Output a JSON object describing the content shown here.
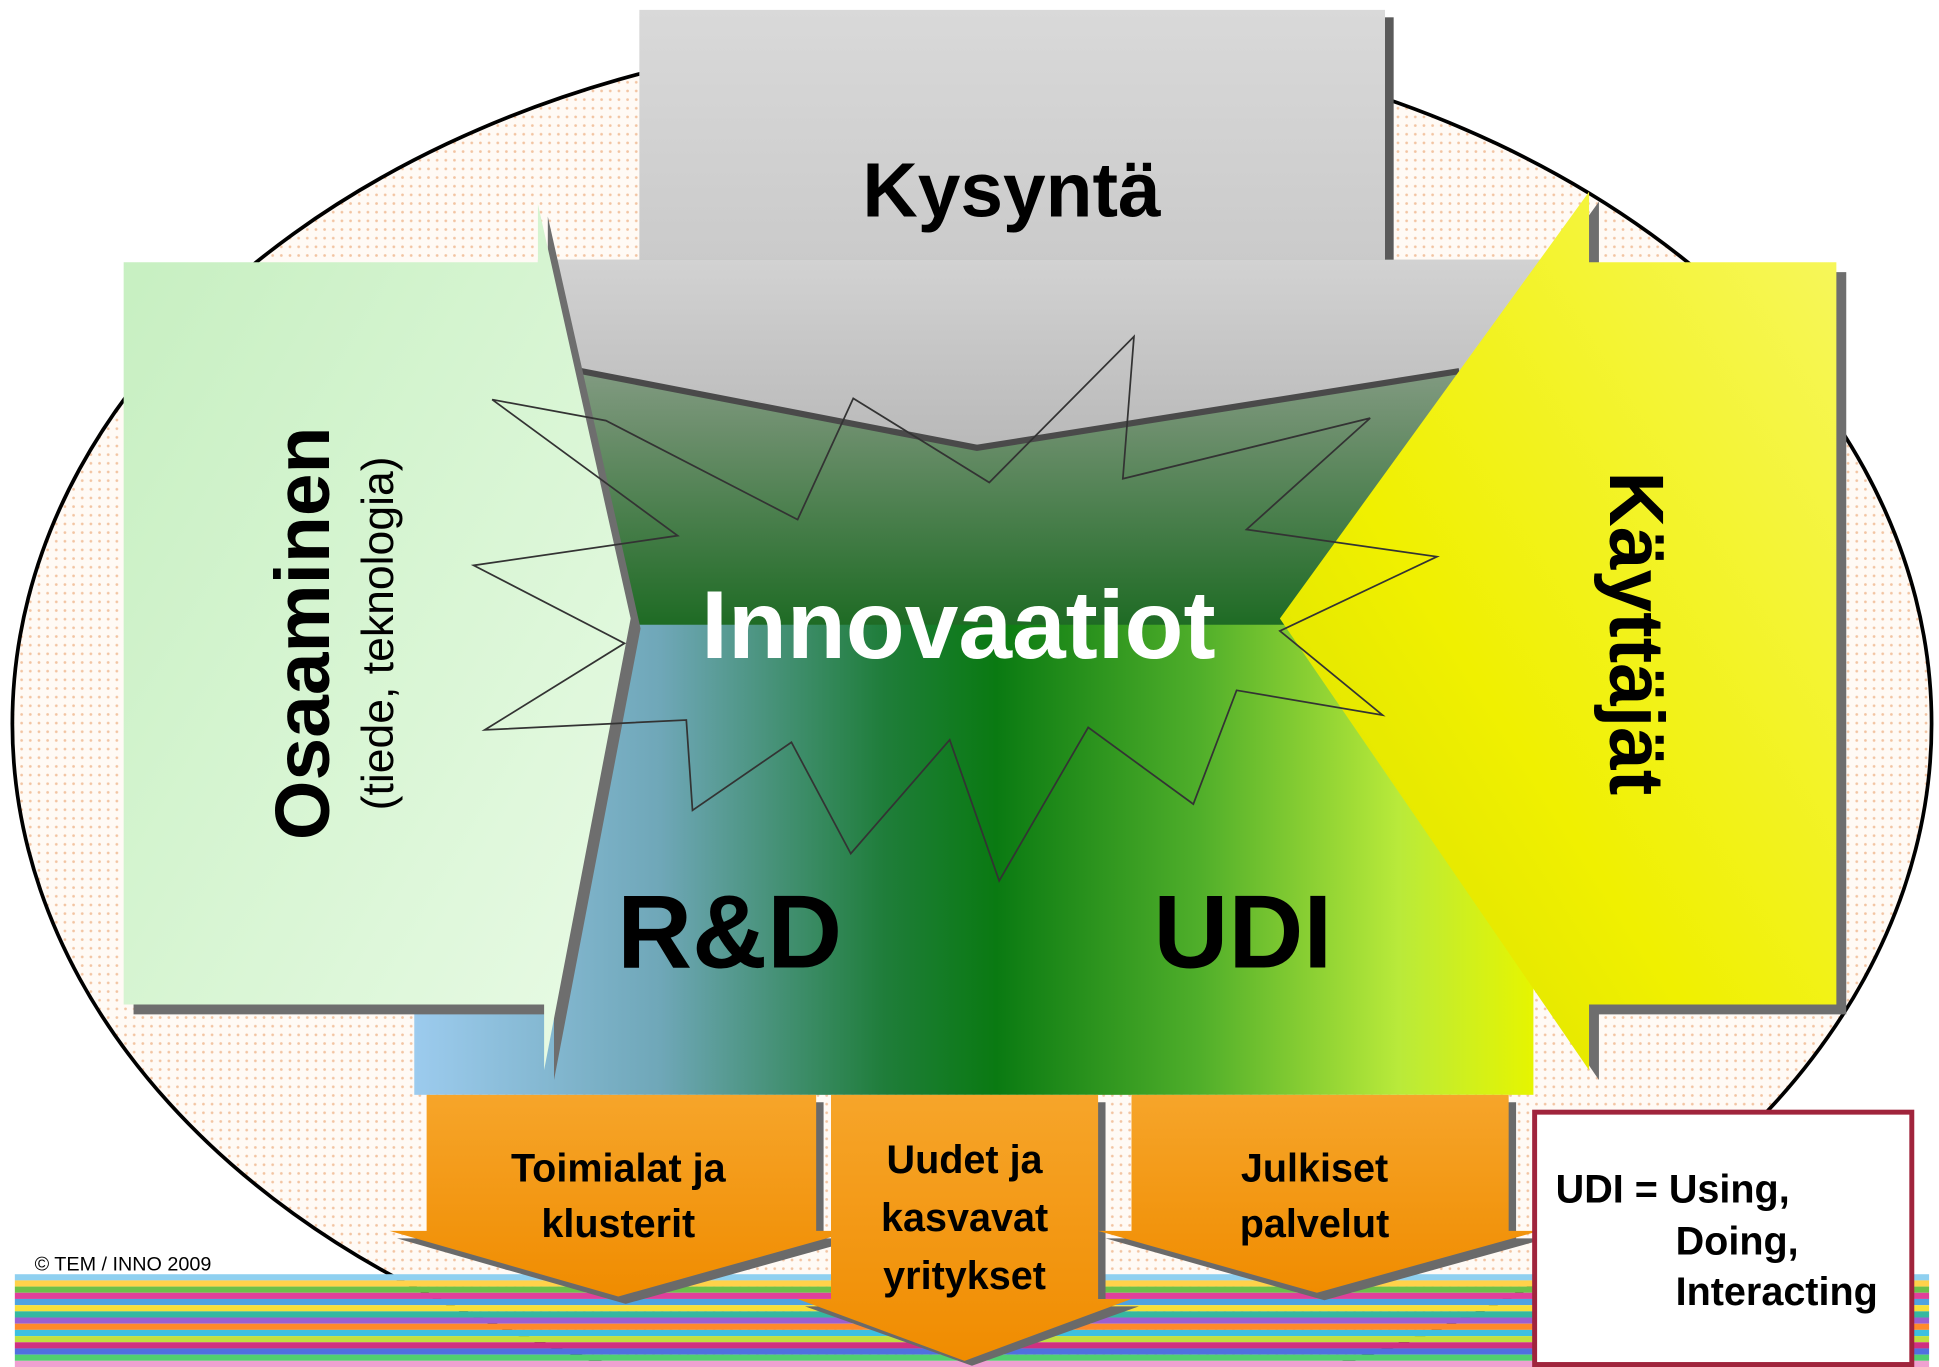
{
  "diagram": {
    "top": "Kysyntä",
    "left": {
      "title": "Osaaminen",
      "subtitle": "(tiede, teknologia)"
    },
    "right": "Käyttäjät",
    "center": "Innovaatiot",
    "lower_left": "R&D",
    "lower_right": "UDI",
    "outputs": [
      {
        "lines": [
          "Toimialat ja",
          "klusterit"
        ]
      },
      {
        "lines": [
          "Uudet ja",
          "kasvavat",
          "yritykset"
        ]
      },
      {
        "lines": [
          "Julkiset",
          "palvelut"
        ]
      }
    ],
    "copyright": "© TEM / INNO 2009",
    "legend": {
      "lines": [
        "UDI = Using,",
        "Doing,",
        "Interacting"
      ]
    }
  },
  "colors": {
    "demand_gray": "#c4c4c4",
    "knowledge_green": "#c6efc0",
    "users_yellow": "#f0f000",
    "innovation_dark_green": "#0a7a12",
    "rd_blue": "#9ccbee",
    "output_orange": "#f08c00",
    "legend_border": "#a0243c",
    "background_dots": "#f2c4a2"
  }
}
